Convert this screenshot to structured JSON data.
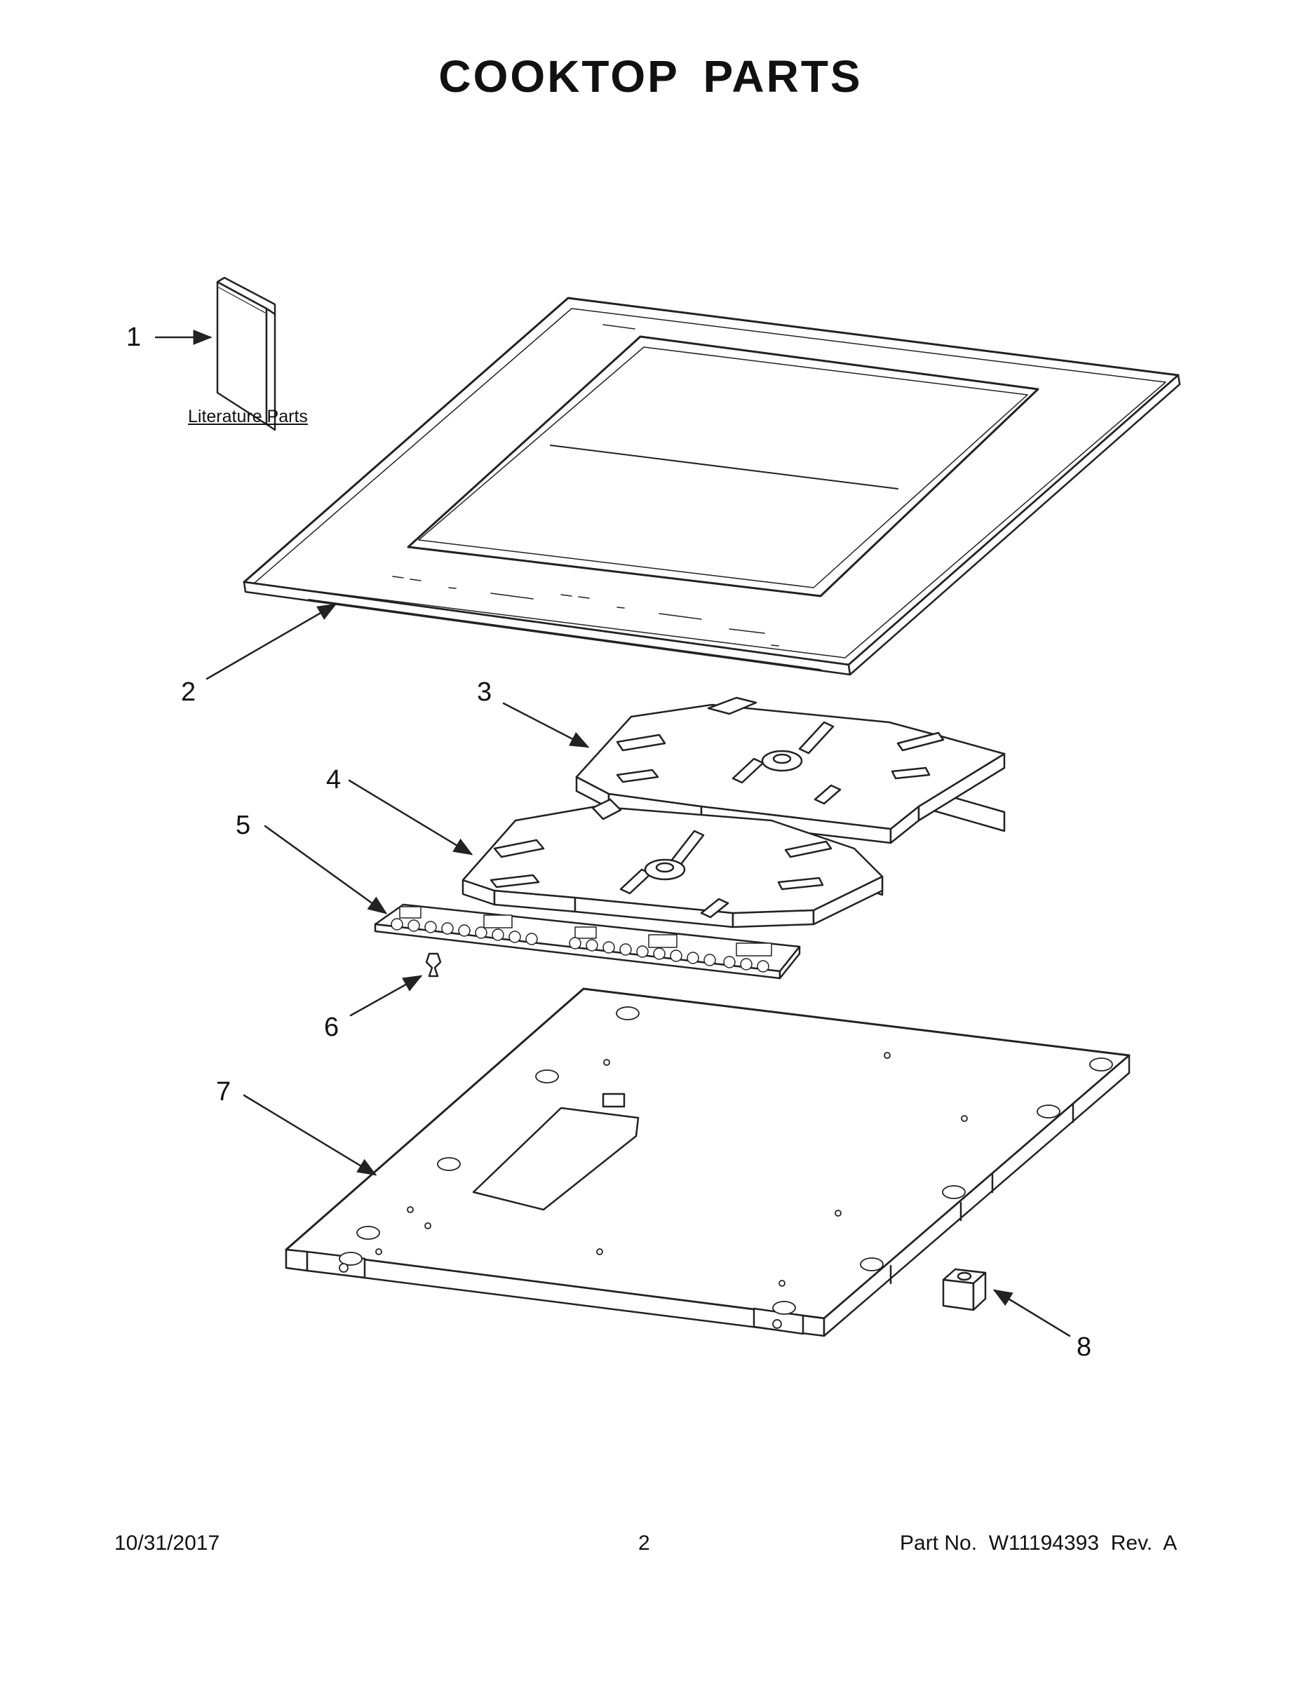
{
  "page_title": "COOKTOP PARTS",
  "literature_label": "Literature Parts",
  "callouts": [
    "1",
    "2",
    "3",
    "4",
    "5",
    "6",
    "7",
    "8"
  ],
  "footer": {
    "date": "10/31/2017",
    "page_number": "2",
    "part_number": "Part No.  W11194393  Rev.  A"
  }
}
